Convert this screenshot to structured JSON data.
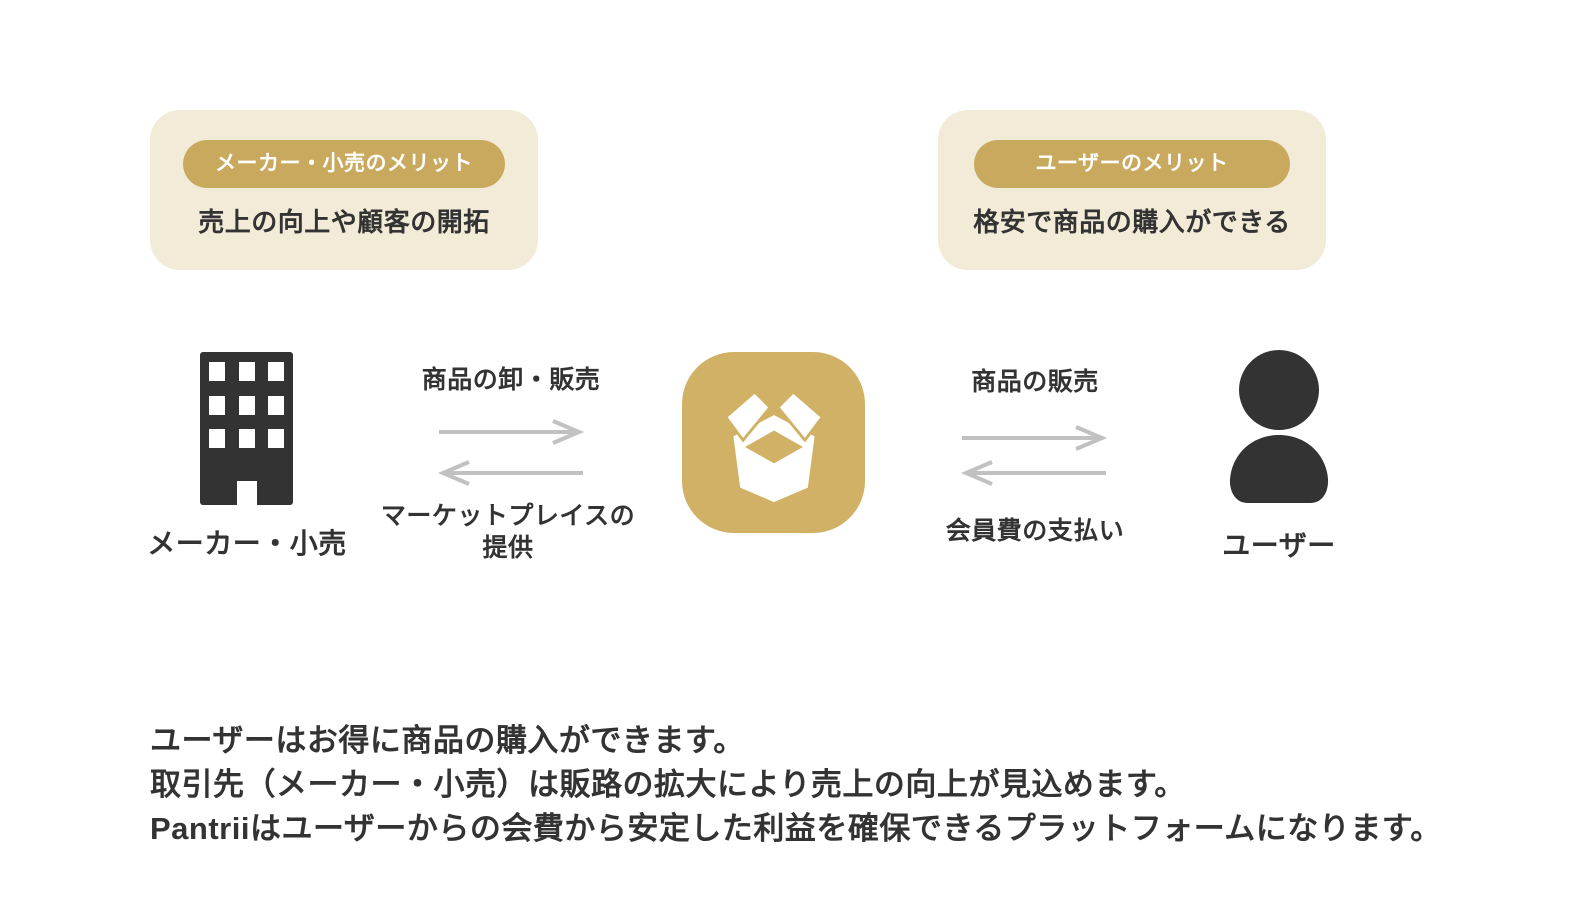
{
  "merit_cards": {
    "maker": {
      "badge_label": "メーカー・小売のメリット",
      "benefit_text": "売上の向上や顧客の開拓"
    },
    "user": {
      "badge_label": "ユーザーのメリット",
      "benefit_text": "格安で商品の購入ができる"
    }
  },
  "entities": {
    "maker_retail": {
      "label": "メーカー・小売",
      "icon": "building-icon"
    },
    "platform": {
      "icon": "open-box-icon"
    },
    "user": {
      "label": "ユーザー",
      "icon": "person-icon"
    }
  },
  "flows": {
    "maker_platform": {
      "forward_label": "商品の卸・販売",
      "backward_label": "マーケットプレイスの提供",
      "forward_icon": "arrow-right-icon",
      "backward_icon": "arrow-left-icon"
    },
    "platform_user": {
      "forward_label": "商品の販売",
      "backward_label": "会員費の支払い",
      "forward_icon": "arrow-right-icon",
      "backward_icon": "arrow-left-icon"
    }
  },
  "description": {
    "lines": [
      "ユーザーはお得に商品の購入ができます。",
      "取引先（メーカー・小売）は販路の拡大により売上の向上が見込めます。",
      "Pantriiはユーザーからの会費から安定した利益を確保できるプラットフォームになります。"
    ]
  },
  "colors": {
    "card_bg": "#f2ebd8",
    "badge_bg": "#c9a95e",
    "badge_text": "#ffffff",
    "platform_bg": "#d0b166",
    "icon_dark": "#333333",
    "text_dark": "#333333",
    "arrow_gray": "#c1c1c1"
  }
}
